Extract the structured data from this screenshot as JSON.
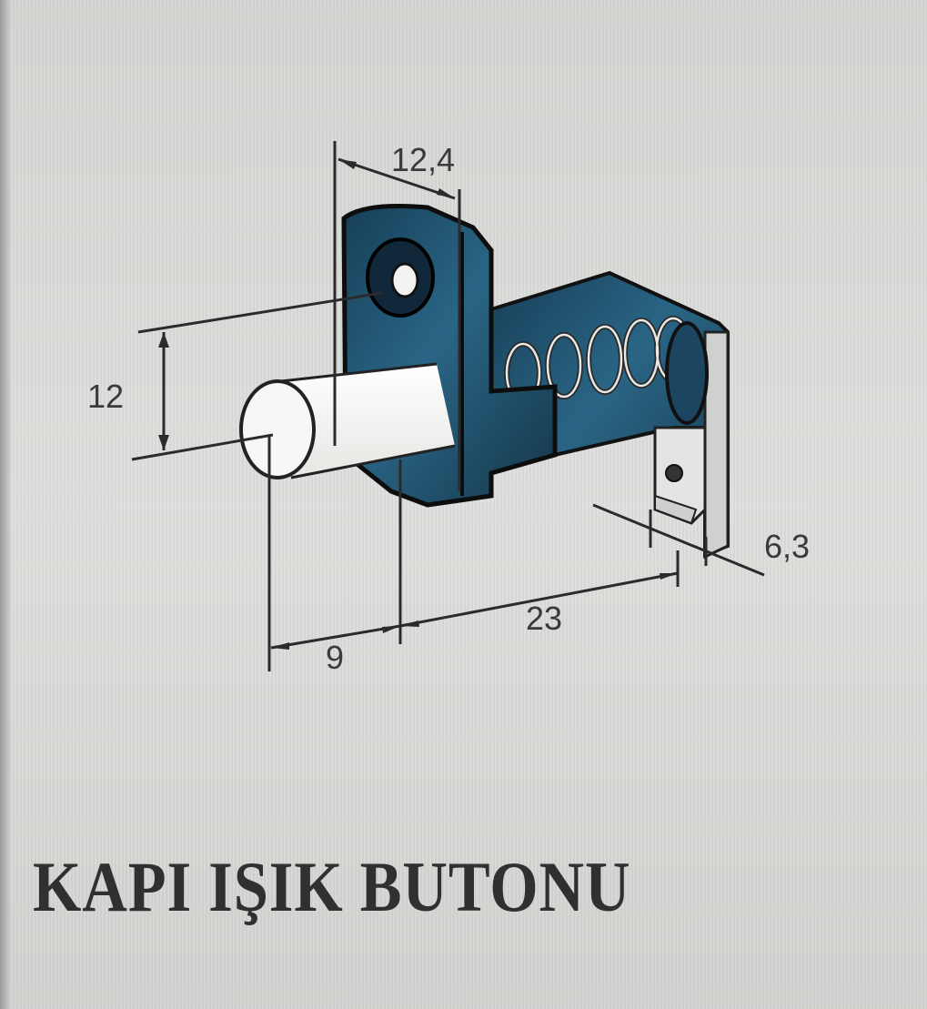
{
  "title": "KAPI IŞIK BUTONU",
  "diagram": {
    "subject": "door light push-button switch",
    "parts": [
      "mounting-bracket",
      "mounting-hole",
      "plunger",
      "spring",
      "terminal-tab",
      "terminal-hole"
    ],
    "dimensions": {
      "bracket_width": "12,4",
      "height": "12",
      "plunger_length": "9",
      "body_length": "23",
      "terminal_width": "6,3"
    },
    "colors": {
      "bracket": "#1f4f6a",
      "bracket_dark": "#0f2a3a",
      "plunger": "#f4f4f2",
      "line": "#2b2b2b",
      "text": "#3a3a3a",
      "background": "#dcdedb"
    }
  }
}
